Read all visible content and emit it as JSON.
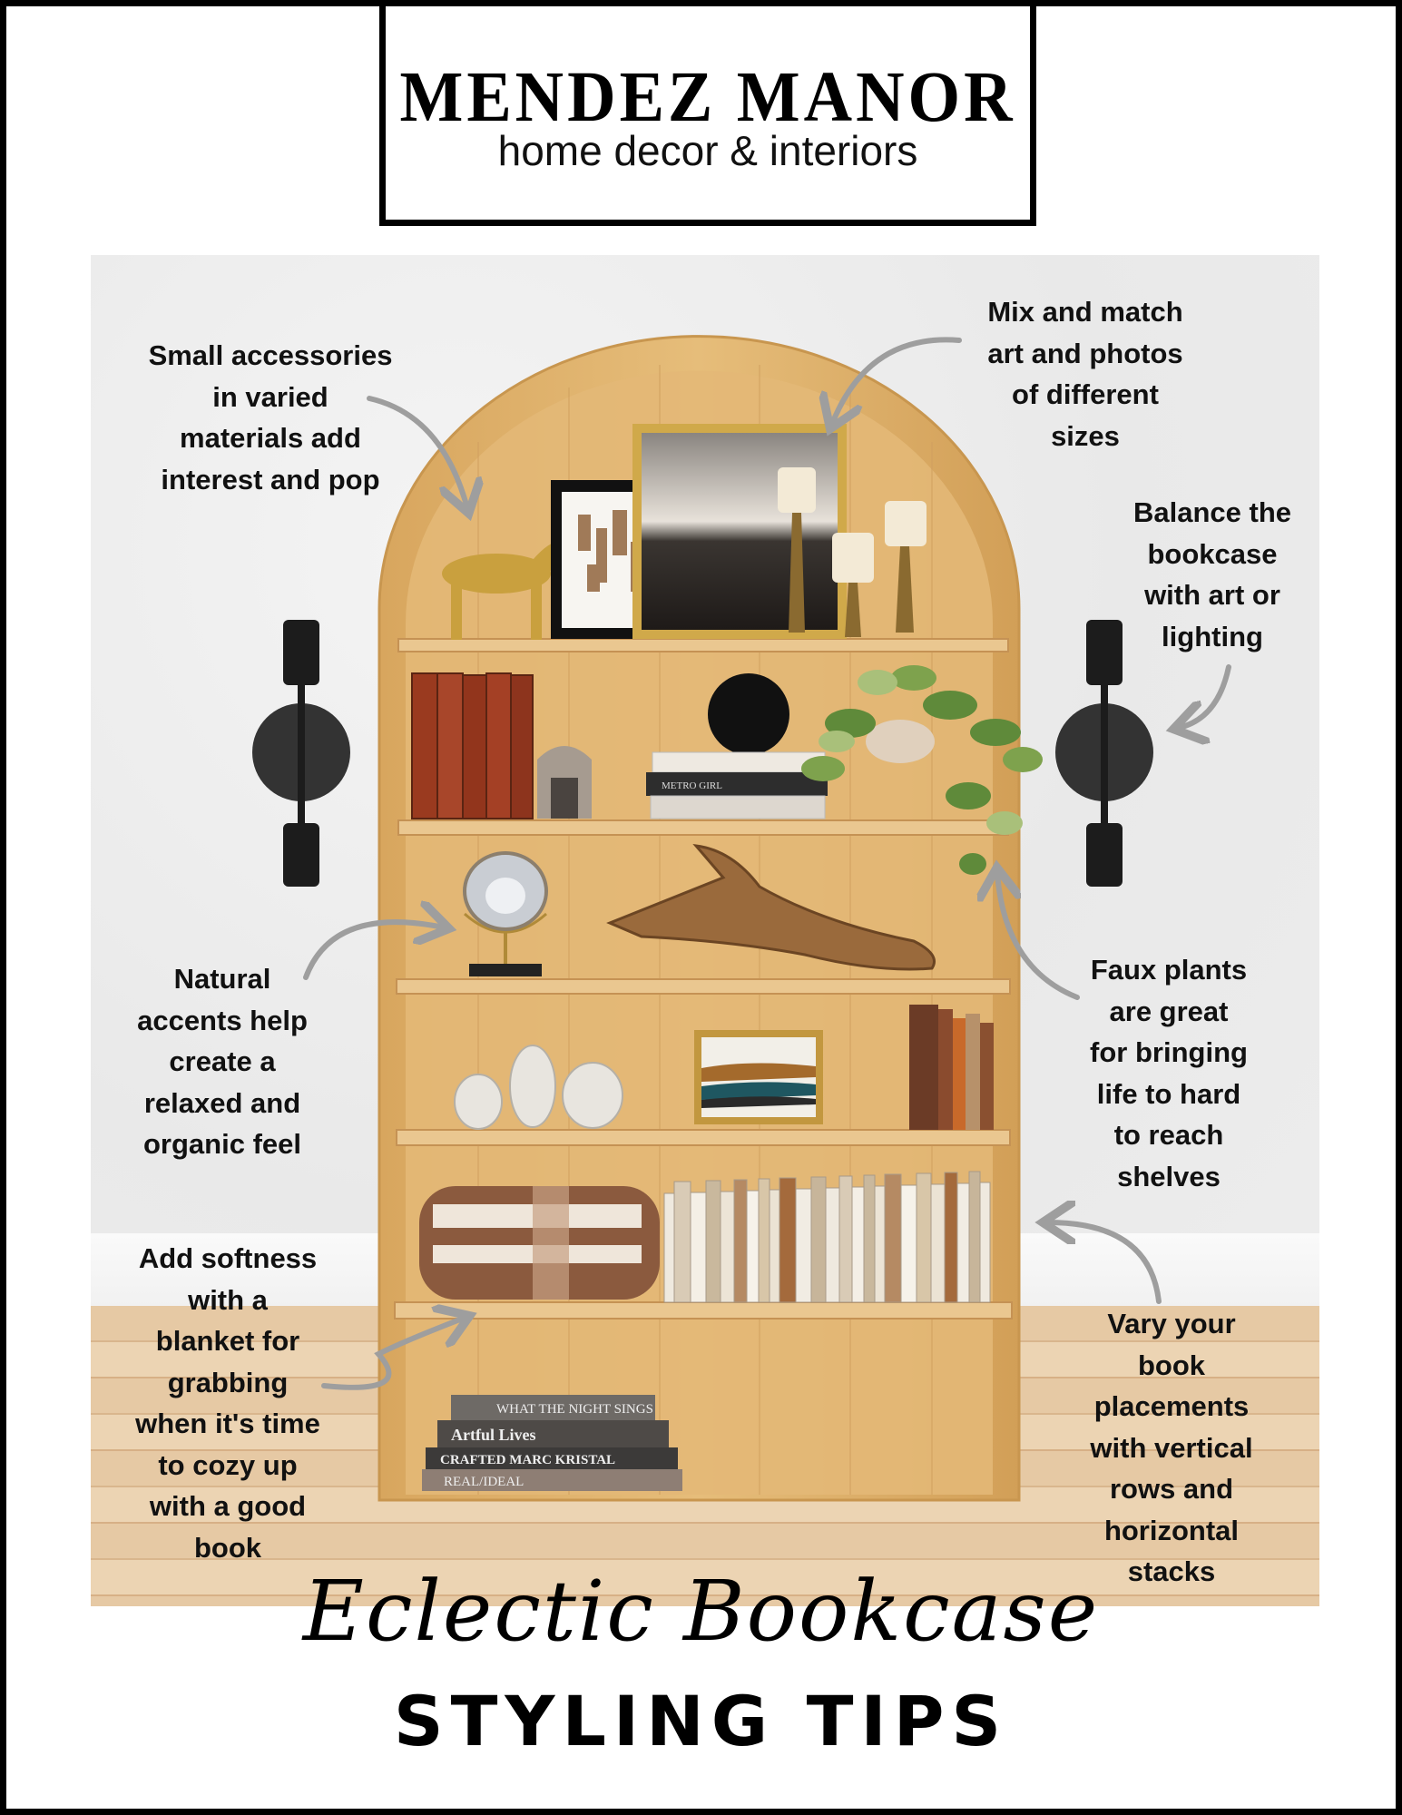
{
  "header": {
    "brand": "MENDEZ MANOR",
    "tagline": "home decor & interiors"
  },
  "tips": {
    "accessories": "Small accessories\nin varied\nmaterials add\ninterest and pop",
    "art": "Mix and match\nart and photos\nof different\nsizes",
    "balance": "Balance the\nbookcase\nwith art or\nlighting",
    "natural": "Natural\naccents help\ncreate a\nrelaxed and\norganic feel",
    "plants": "Faux plants\nare great\nfor bringing\nlife to hard\nto reach\nshelves",
    "softness": "Add softness\nwith a\nblanket for\ngrabbing\nwhen it's time\nto cozy up\nwith a good\nbook",
    "books": "Vary your\nbook\nplacements\nwith vertical\nrows and\nhorizontal\nstacks"
  },
  "books": {
    "shelf_stack": "METRO GIRL",
    "floor_1": "WHAT THE NIGHT SINGS",
    "floor_2": "Artful Lives",
    "floor_3": "CRAFTED   MARC KRISTAL",
    "floor_4": "REAL/IDEAL"
  },
  "title": {
    "script": "Eclectic  Bookcase",
    "main": "STYLING TIPS"
  },
  "colors": {
    "wood": "#dcae66",
    "arrow": "#9e9e9e",
    "text": "#111111"
  }
}
